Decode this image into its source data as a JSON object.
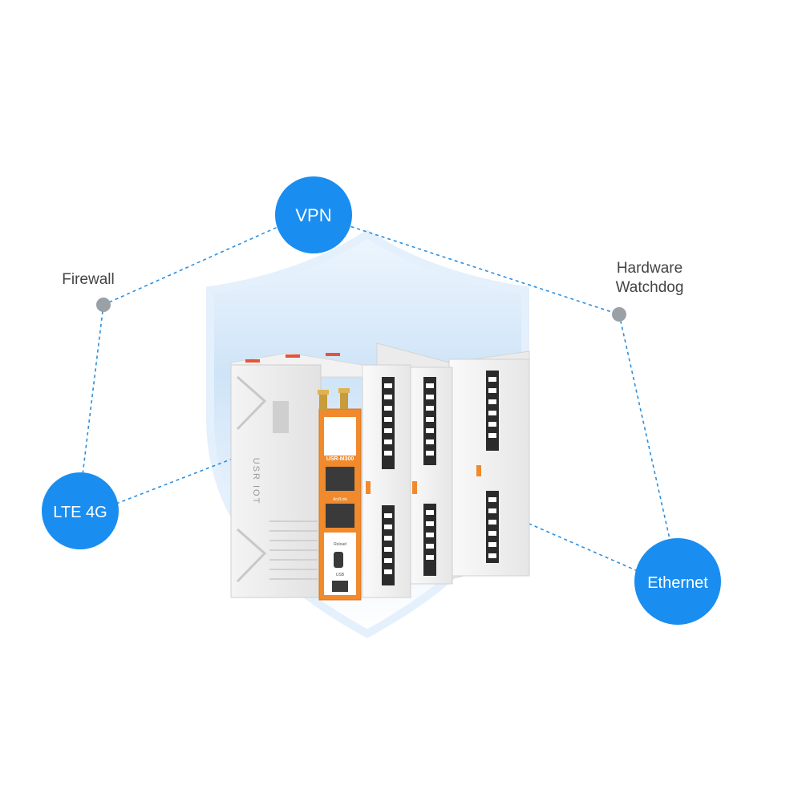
{
  "features": {
    "vpn": "VPN",
    "firewall": "Firewall",
    "watchdog": [
      "Hardware",
      "Watchdog"
    ],
    "lte": "LTE 4G",
    "ethernet": "Ethernet"
  },
  "device": {
    "brand": "USR IOT",
    "model": "USR-M300",
    "port_label": "Act/Link",
    "reset_label": "Reload",
    "usb_label": "USB"
  },
  "colors": {
    "accent_blue": "#1a8df0",
    "dash_blue": "#2a8fe0",
    "node_gray": "#9aa0a6",
    "label_gray": "#444444",
    "shield": "#cfe4f8",
    "device_orange": "#f08a2c"
  }
}
